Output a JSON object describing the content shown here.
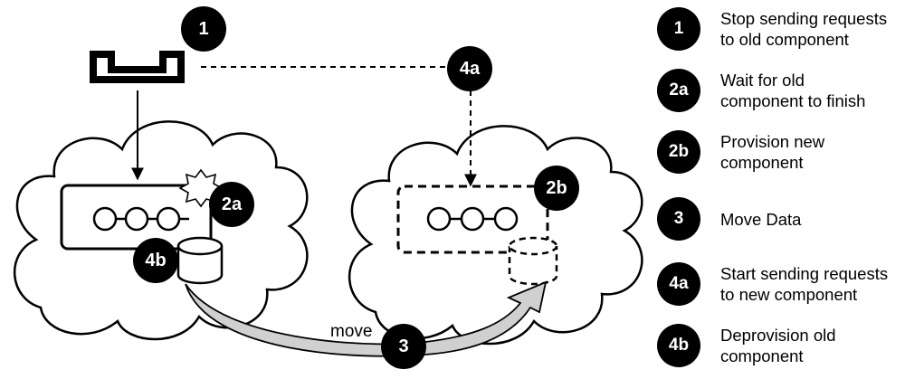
{
  "steps": {
    "s1": {
      "badge": "1",
      "line1": "Stop sending requests",
      "line2": "to old component"
    },
    "s2a": {
      "badge": "2a",
      "line1": "Wait for old",
      "line2": "component to finish"
    },
    "s2b": {
      "badge": "2b",
      "line1": "Provision new",
      "line2": "component"
    },
    "s3": {
      "badge": "3",
      "line1": "Move Data",
      "line2": ""
    },
    "s4a": {
      "badge": "4a",
      "line1": "Start sending requests",
      "line2": "to new component"
    },
    "s4b": {
      "badge": "4b",
      "line1": "Deprovision old",
      "line2": "component"
    }
  },
  "arrow_label": "move",
  "colors": {
    "ink": "#000000",
    "arrow_fill": "#d0d0d0",
    "paper": "#ffffff"
  }
}
